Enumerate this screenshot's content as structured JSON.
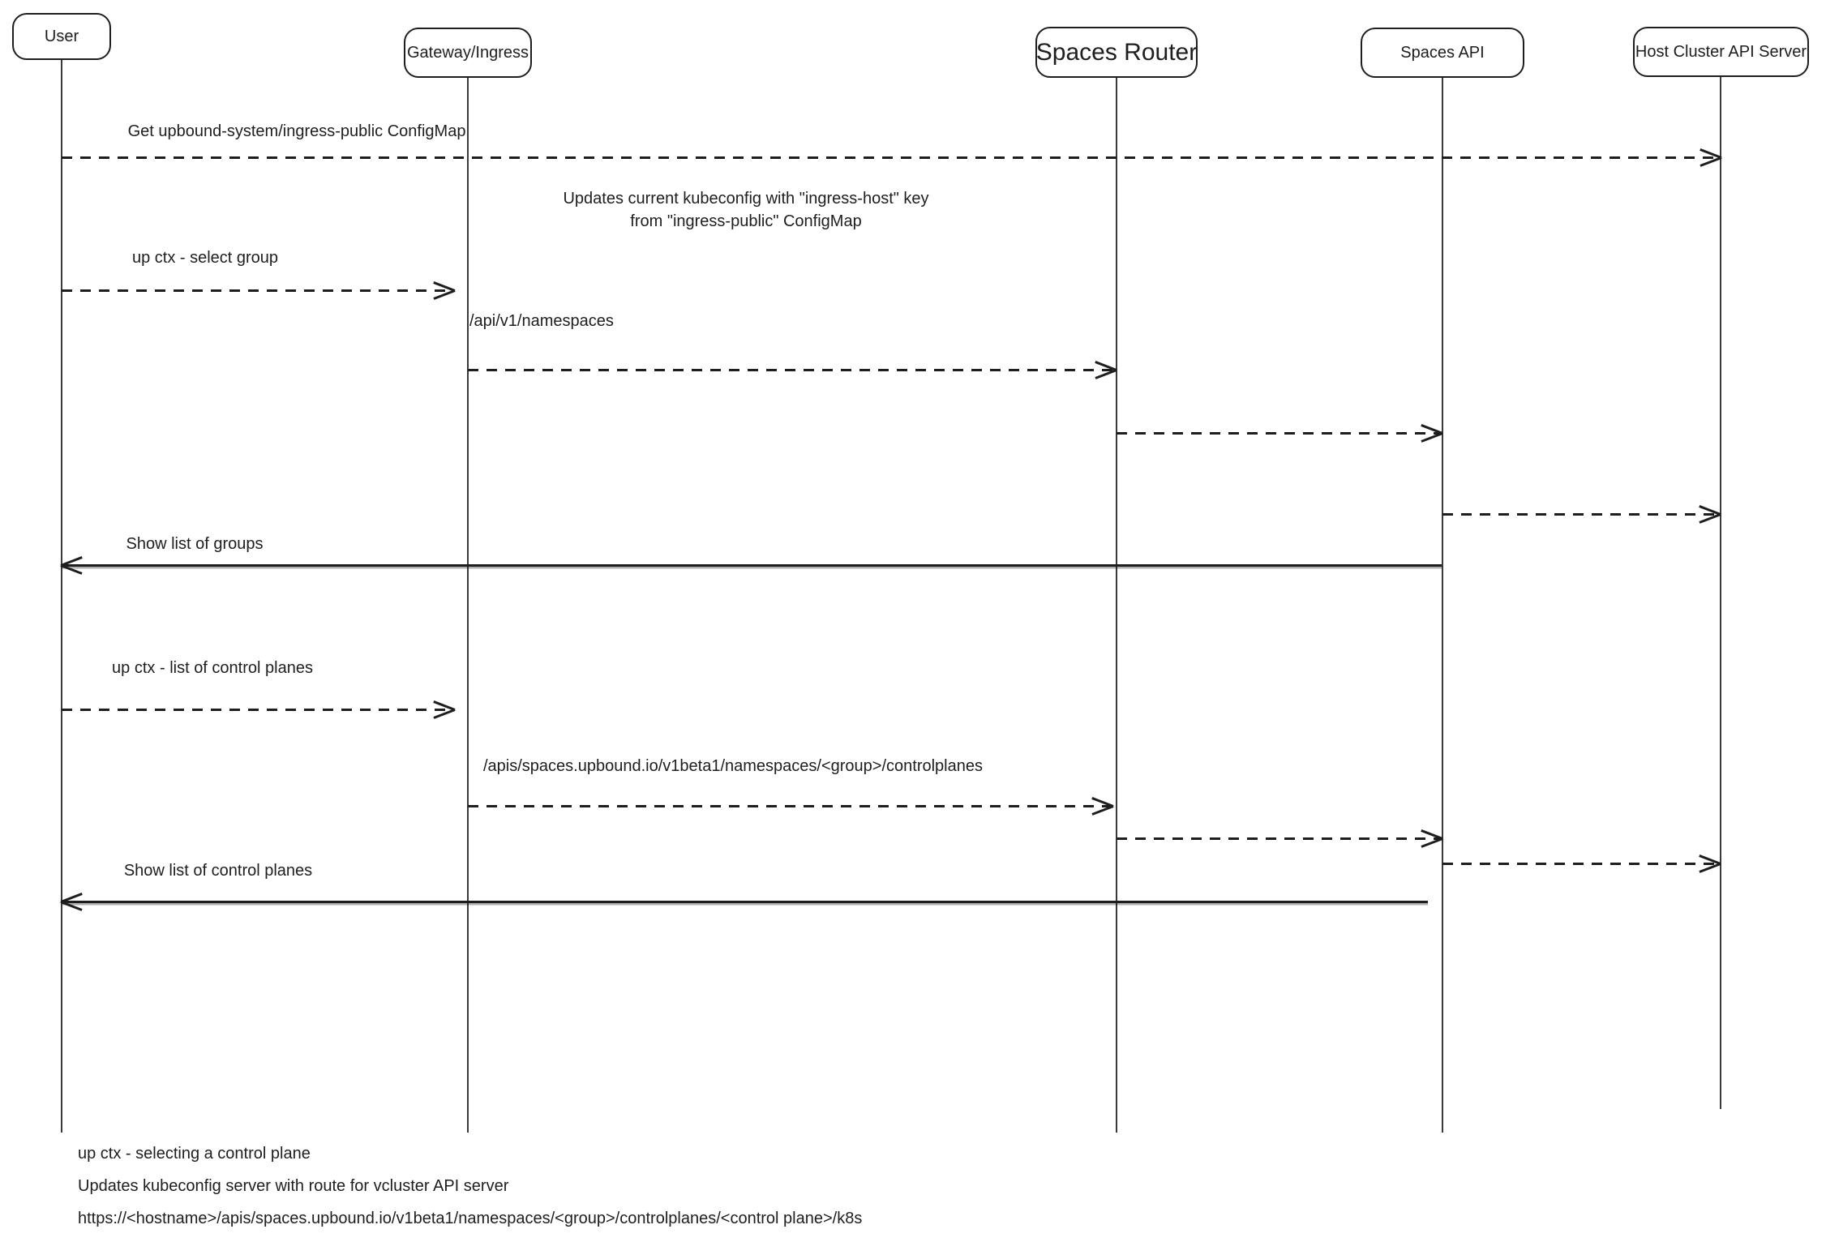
{
  "actors": {
    "user": "User",
    "gateway": "Gateway/Ingress",
    "router": "Spaces Router",
    "api": "Spaces API",
    "host": "Host Cluster API Server"
  },
  "messages": {
    "get_configmap": "Get upbound-system/ingress-public ConfigMap",
    "kubeconfig_note": "Updates current kubeconfig with \"ingress-host\" key\nfrom \"ingress-public\" ConfigMap",
    "select_group": "up ctx - select group",
    "namespaces_path": "/api/v1/namespaces",
    "show_groups": "Show list of groups",
    "list_control_planes": "up ctx - list of control planes",
    "controlplanes_path": "/apis/spaces.upbound.io/v1beta1/namespaces/<group>/controlplanes",
    "show_control_planes": "Show list of control planes"
  },
  "footnotes": {
    "line1": "up ctx - selecting a control plane",
    "line2": "Updates kubeconfig server with route for vcluster API server",
    "line3": "https://<hostname>/apis/spaces.upbound.io/v1beta1/namespaces/<group>/controlplanes/<control plane>/k8s"
  },
  "colors": {
    "stroke": "#1e1e1e",
    "background": "#ffffff"
  }
}
